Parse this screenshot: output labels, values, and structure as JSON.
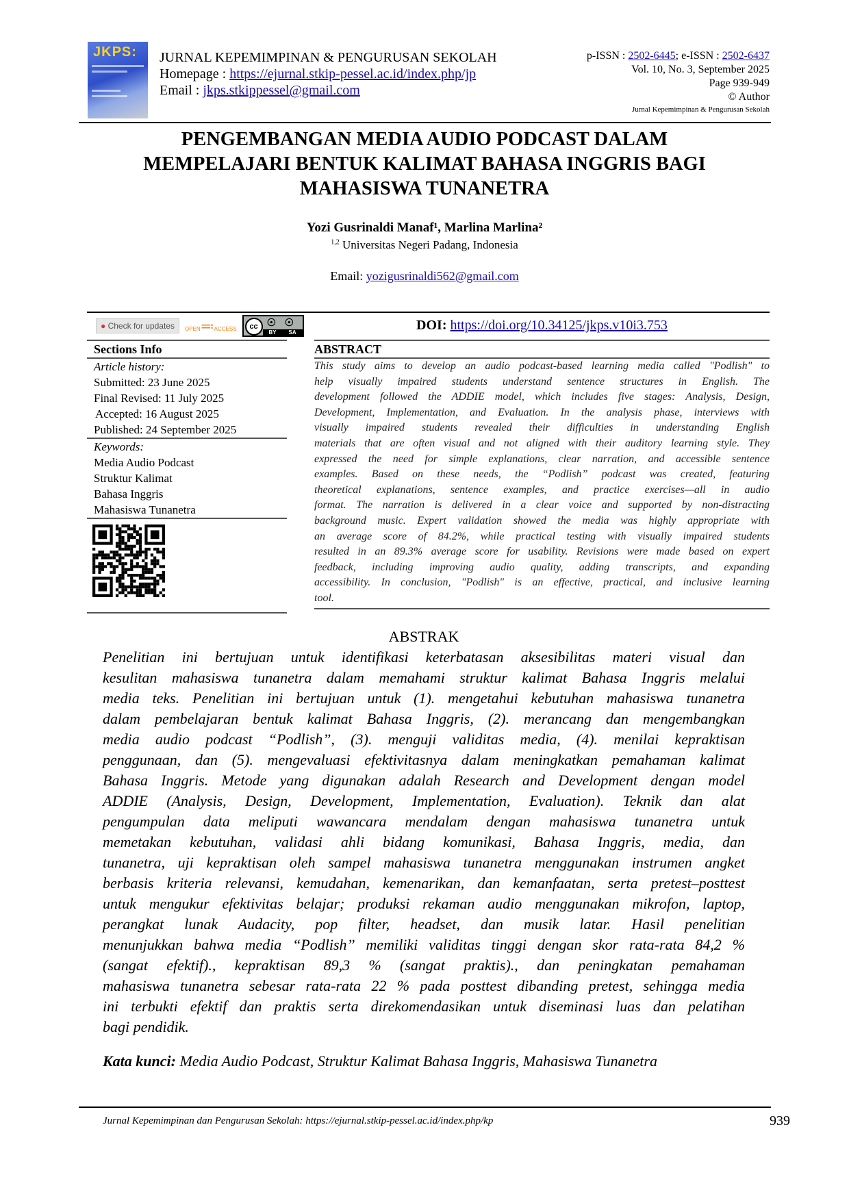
{
  "header": {
    "cover_logo": "JKPS:",
    "journal_name": "JURNAL KEPEMIMPINAN & PENGURUSAN SEKOLAH",
    "homepage_label": "Homepage : ",
    "homepage_url": "https://ejurnal.stkip-pessel.ac.id/index.php/jp",
    "email_label": "Email : ",
    "email": "jkps.stkippessel@gmail.com",
    "pissn_label": "p-ISSN : ",
    "pissn": "2502-6445",
    "eissn_label": "; e-ISSN : ",
    "eissn": "2502-6437",
    "volume": "Vol. 10, No. 3, September 2025",
    "pages": "Page 939-949",
    "copyright": "© Author",
    "journal_small": "Jurnal Kepemimpinan & Pengurusan Sekolah"
  },
  "title_lines": [
    "PENGEMBANGAN MEDIA AUDIO PODCAST DALAM",
    "MEMPELAJARI BENTUK KALIMAT BAHASA INGGRIS BAGI",
    "MAHASISWA TUNANETRA"
  ],
  "authors": {
    "names": "Yozi Gusrinaldi Manaf¹, Marlina Marlina²",
    "affiliation_sup": "1,2",
    "affiliation": "Universitas Negeri Padang, Indonesia",
    "email_label": "Email: ",
    "email": "yozigusrinaldi562@gmail.com"
  },
  "badges": {
    "check_updates": "Check for updates",
    "open": "OPEN",
    "access": "ACCESS",
    "cc": "cc",
    "by": "BY",
    "sa": "SA"
  },
  "doi": {
    "label": "DOI: ",
    "url": "https://doi.org/10.34125/jkps.v10i3.753"
  },
  "sections_info": {
    "heading": "Sections Info",
    "history_label": "Article history:",
    "submitted": "Submitted: 23 June 2025",
    "revised": "Final Revised: 11 July 2025",
    "accepted": "Accepted: 16 August 2025",
    "published": "Published: 24 September 2025",
    "keywords_label": "Keywords:",
    "keywords": [
      "Media Audio Podcast",
      "Struktur Kalimat",
      "Bahasa Inggris",
      "Mahasiswa Tunanetra"
    ]
  },
  "abstract": {
    "heading": "ABSTRACT",
    "lines": [
      "This study aims to develop an audio podcast-based learning media called \"Podlish\" to",
      "help visually impaired students understand sentence structures in English. The",
      "development followed the ADDIE model, which includes five stages: Analysis, Design,",
      "Development, Implementation, and Evaluation. In the analysis phase, interviews with",
      "visually impaired students revealed their difficulties in understanding English",
      "materials that are often visual and not aligned with their auditory learning style. They",
      "expressed the need for simple explanations, clear narration, and accessible sentence",
      "examples. Based on these needs, the “Podlish” podcast was created, featuring",
      "theoretical explanations, sentence examples, and practice exercises—all in audio",
      "format. The narration is delivered in a clear voice and supported by non-distracting",
      "background music. Expert validation showed the media was highly appropriate with",
      "an average score of 84.2%, while practical testing with visually impaired students",
      "resulted in an 89.3% average score for usability. Revisions were made based on expert",
      "feedback, including improving audio quality, adding transcripts, and expanding",
      "accessibility. In conclusion, \"Podlish\" is an effective, practical, and inclusive learning",
      "tool."
    ]
  },
  "abstrak": {
    "heading": "ABSTRAK",
    "lines": [
      "Penelitian ini bertujuan untuk identifikasi keterbatasan aksesibilitas materi visual dan",
      "kesulitan mahasiswa tunanetra dalam memahami struktur kalimat Bahasa Inggris melalui",
      "media teks. Penelitian ini bertujuan untuk (1). mengetahui kebutuhan mahasiswa tunanetra",
      "dalam pembelajaran bentuk kalimat Bahasa Inggris, (2). merancang dan mengembangkan",
      "media audio podcast “Podlish”, (3). menguji validitas media, (4). menilai kepraktisan",
      "penggunaan, dan (5). mengevaluasi efektivitasnya dalam meningkatkan pemahaman kalimat",
      "Bahasa Inggris. Metode yang digunakan adalah Research and Development dengan model",
      "ADDIE (Analysis, Design, Development, Implementation, Evaluation). Teknik dan alat",
      "pengumpulan data meliputi wawancara mendalam dengan mahasiswa tunanetra untuk",
      "memetakan kebutuhan, validasi ahli bidang komunikasi, Bahasa Inggris, media, dan",
      "tunanetra, uji kepraktisan oleh sampel mahasiswa tunanetra menggunakan instrumen angket",
      "berbasis kriteria relevansi, kemudahan, kemenarikan, dan kemanfaatan, serta pretest–posttest",
      "untuk mengukur efektivitas belajar; produksi rekaman audio menggunakan mikrofon, laptop,",
      "perangkat lunak Audacity, pop filter, headset, dan musik latar. Hasil penelitian",
      "menunjukkan bahwa media “Podlish” memiliki validitas tinggi dengan skor rata-rata 84,2 %",
      "(sangat efektif)., kepraktisan 89,3 % (sangat praktis)., dan peningkatan pemahaman",
      "mahasiswa tunanetra sebesar rata-rata 22 % pada posttest dibanding pretest, sehingga media",
      "ini terbukti efektif dan praktis serta direkomendasikan untuk diseminasi luas dan pelatihan",
      "bagi pendidik."
    ],
    "keywords_label": "Kata kunci:",
    "keywords": " Media Audio Podcast, Struktur Kalimat Bahasa Inggris, Mahasiswa Tunanetra"
  },
  "footer": {
    "text": "Jurnal Kepemimpinan dan Pengurusan Sekolah: https://ejurnal.stkip-pessel.ac.id/index.php/kp",
    "page_number": "939"
  }
}
